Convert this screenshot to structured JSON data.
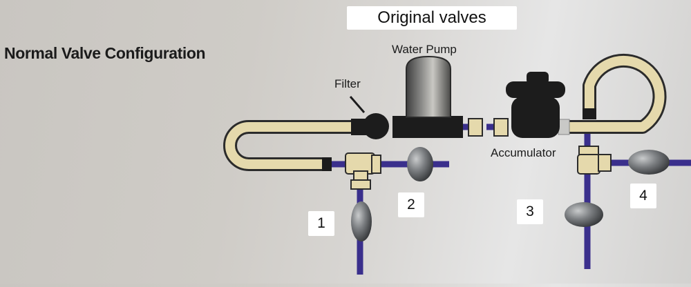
{
  "title": "Normal Valve Configuration",
  "subtitle": "Original valves",
  "labels": {
    "water_pump": "Water Pump",
    "filter": "Filter",
    "accumulator": "Accumulator"
  },
  "valve_numbers": [
    "1",
    "2",
    "3",
    "4"
  ],
  "colors": {
    "hose": "#e5d9ac",
    "hose_outline": "#2b2b2b",
    "pipe": "#3a2f8c",
    "component": "#1c1c1c",
    "valve_body": "#55575a"
  }
}
